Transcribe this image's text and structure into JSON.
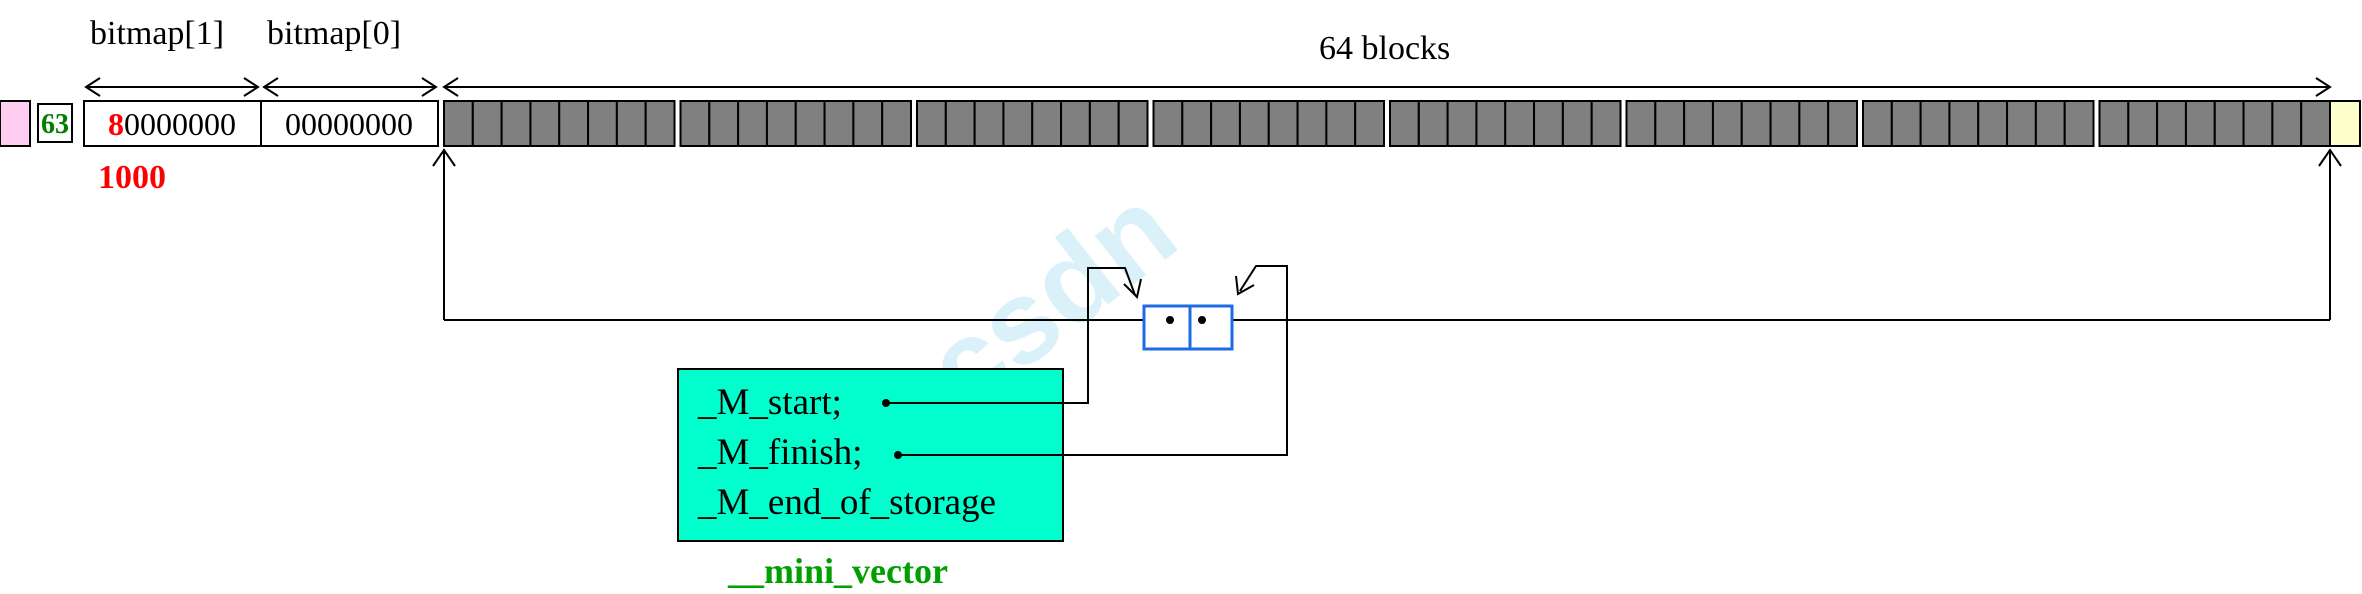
{
  "labels": {
    "bitmap1": "bitmap[1]",
    "bitmap0": "bitmap[0]",
    "blocks": "64 blocks",
    "count": "63",
    "bitmap1_first_digit": "8",
    "bitmap1_rest": "0000000",
    "bitmap0_value": "00000000",
    "binary": "1000",
    "watermark": "csdn"
  },
  "mini_vector": {
    "title": "__mini_vector",
    "fields": [
      "_M_start;",
      "_M_finish;",
      "_M_end_of_storage"
    ]
  },
  "blocks": {
    "count": 64,
    "group_size": 8
  },
  "colors": {
    "block_fill": "#808080",
    "struct_fill": "#00ffcc",
    "title_green": "#00a000",
    "red": "#ff0000",
    "count_green": "#007f00",
    "pink": "#ffccf2",
    "cream": "#ffffcc",
    "pointer_blue": "#1e6be6"
  }
}
